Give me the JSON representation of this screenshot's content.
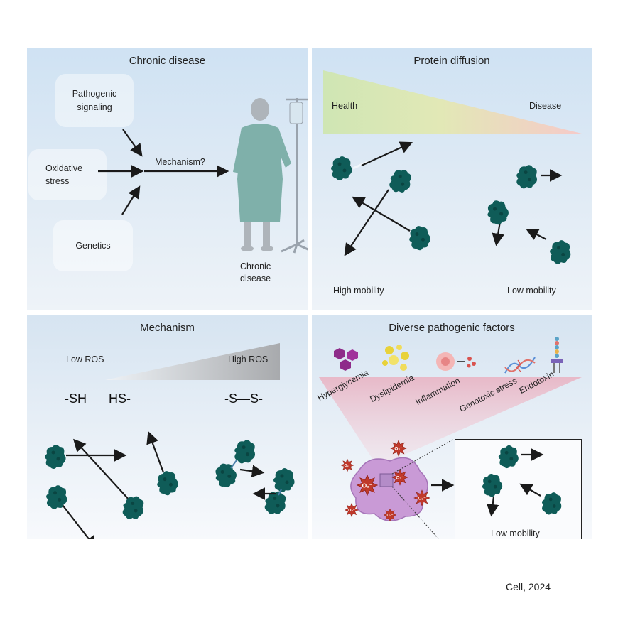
{
  "panels": {
    "chronic": {
      "title": "Chronic disease",
      "box_signaling": "Pathogenic\nsignaling",
      "box_oxidative": "Oxidative\nstress",
      "box_genetics": "Genetics",
      "mechanism_label": "Mechanism?",
      "patient_label": "Chronic\ndisease"
    },
    "diffusion": {
      "title": "Protein diffusion",
      "health": "Health",
      "disease": "Disease",
      "high_mobility": "High mobility",
      "low_mobility": "Low mobility"
    },
    "mechanism": {
      "title": "Mechanism",
      "low_ros": "Low ROS",
      "high_ros": "High ROS",
      "sh_left": "-SH",
      "hs_right": "HS-",
      "disulfide": "-S—S-"
    },
    "factors": {
      "title": "Diverse pathogenic factors",
      "items": [
        "Hyperglycemia",
        "Dyslipidemia",
        "Inflammation",
        "Genotoxic stress",
        "Endotoxin"
      ],
      "ros_symbol": "O₂⁻",
      "inset_label": "Low mobility"
    }
  },
  "footer": "Cell, 2024",
  "colors": {
    "protein": "#0f5c58",
    "arrow": "#1a1a1a",
    "health_green": "#cfe6b4",
    "disease_pink": "#f6c9c9",
    "ros_red": "#c0392b",
    "hexagon": "#8e2c8a",
    "lipid": "#e8d23a",
    "cell_purple": "#c99ad6"
  }
}
